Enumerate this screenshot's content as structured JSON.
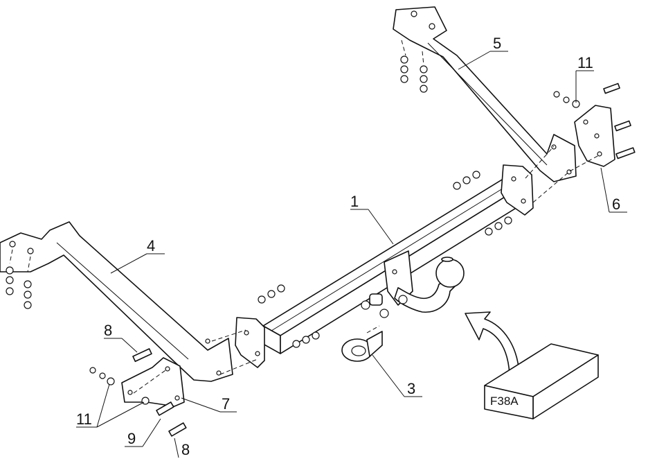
{
  "callouts": [
    {
      "id": "c1",
      "label": "1"
    },
    {
      "id": "c3",
      "label": "3"
    },
    {
      "id": "c4",
      "label": "4"
    },
    {
      "id": "c5",
      "label": "5"
    },
    {
      "id": "c6",
      "label": "6"
    },
    {
      "id": "c7",
      "label": "7"
    },
    {
      "id": "c8a",
      "label": "8"
    },
    {
      "id": "c8b",
      "label": "8"
    },
    {
      "id": "c9",
      "label": "9"
    },
    {
      "id": "c11a",
      "label": "11"
    },
    {
      "id": "c11b",
      "label": "11"
    }
  ],
  "box": {
    "label": "F38A"
  }
}
